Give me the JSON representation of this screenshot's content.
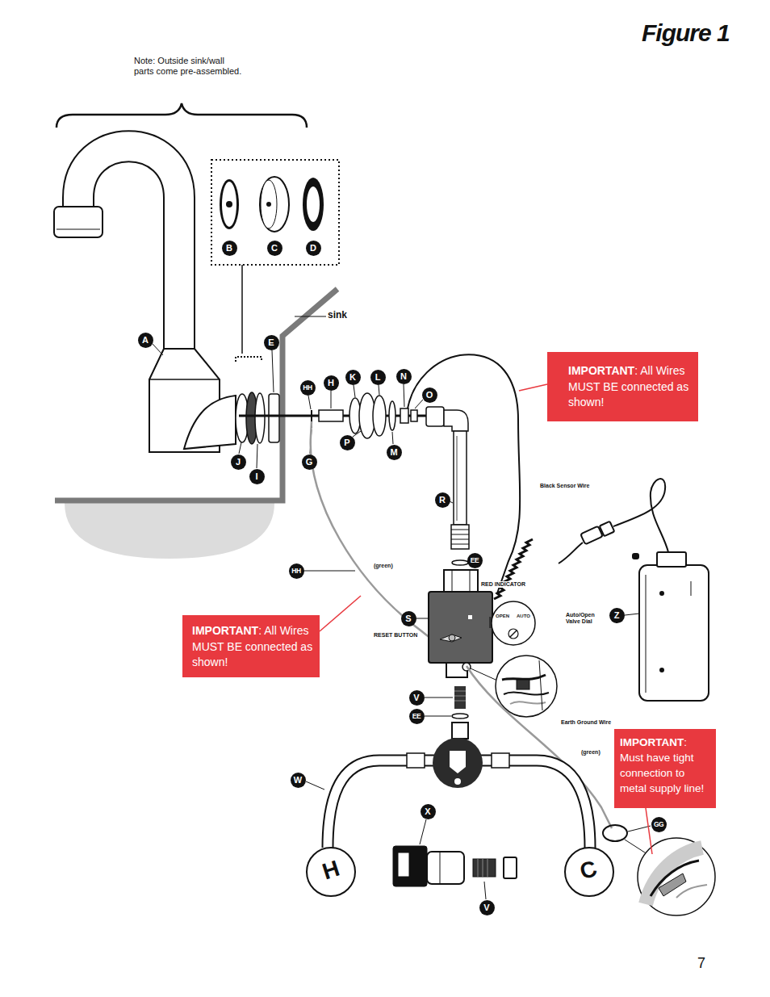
{
  "diagram": {
    "title": "Figure 1",
    "nodes": [
      {
        "text": [
          "IMPORTANT",
          ": All Wires MUST BE connected as shown!"
        ]
      },
      {
        "text": [
          "IMPORTANT",
          ": All Wires MUST BE connected as shown!"
        ]
      },
      {
        "text": [
          "IMPORTANT",
          ": Must have tight connection to metal supply line!"
        ]
      }
    ],
    "labels": [
      "Note: Outside sink/wall parts come pre-assembled.",
      "sink",
      "Black Sensor Wire",
      "RED INDICATOR",
      "Auto/Open Valve Dial",
      "RESET BUTTON",
      "(green)",
      "Earth Ground Wire",
      "(green)",
      "OPEN",
      "AUTO",
      "H",
      "C",
      "7",
      "B",
      "C",
      "D",
      "A",
      "E",
      "HH",
      "H",
      "K",
      "L",
      "N",
      "O",
      "J",
      "I",
      "G",
      "P",
      "M",
      "R",
      "EE",
      "S",
      "Z",
      "HH",
      "V",
      "EE",
      "W",
      "X",
      "GG",
      "V"
    ]
  }
}
